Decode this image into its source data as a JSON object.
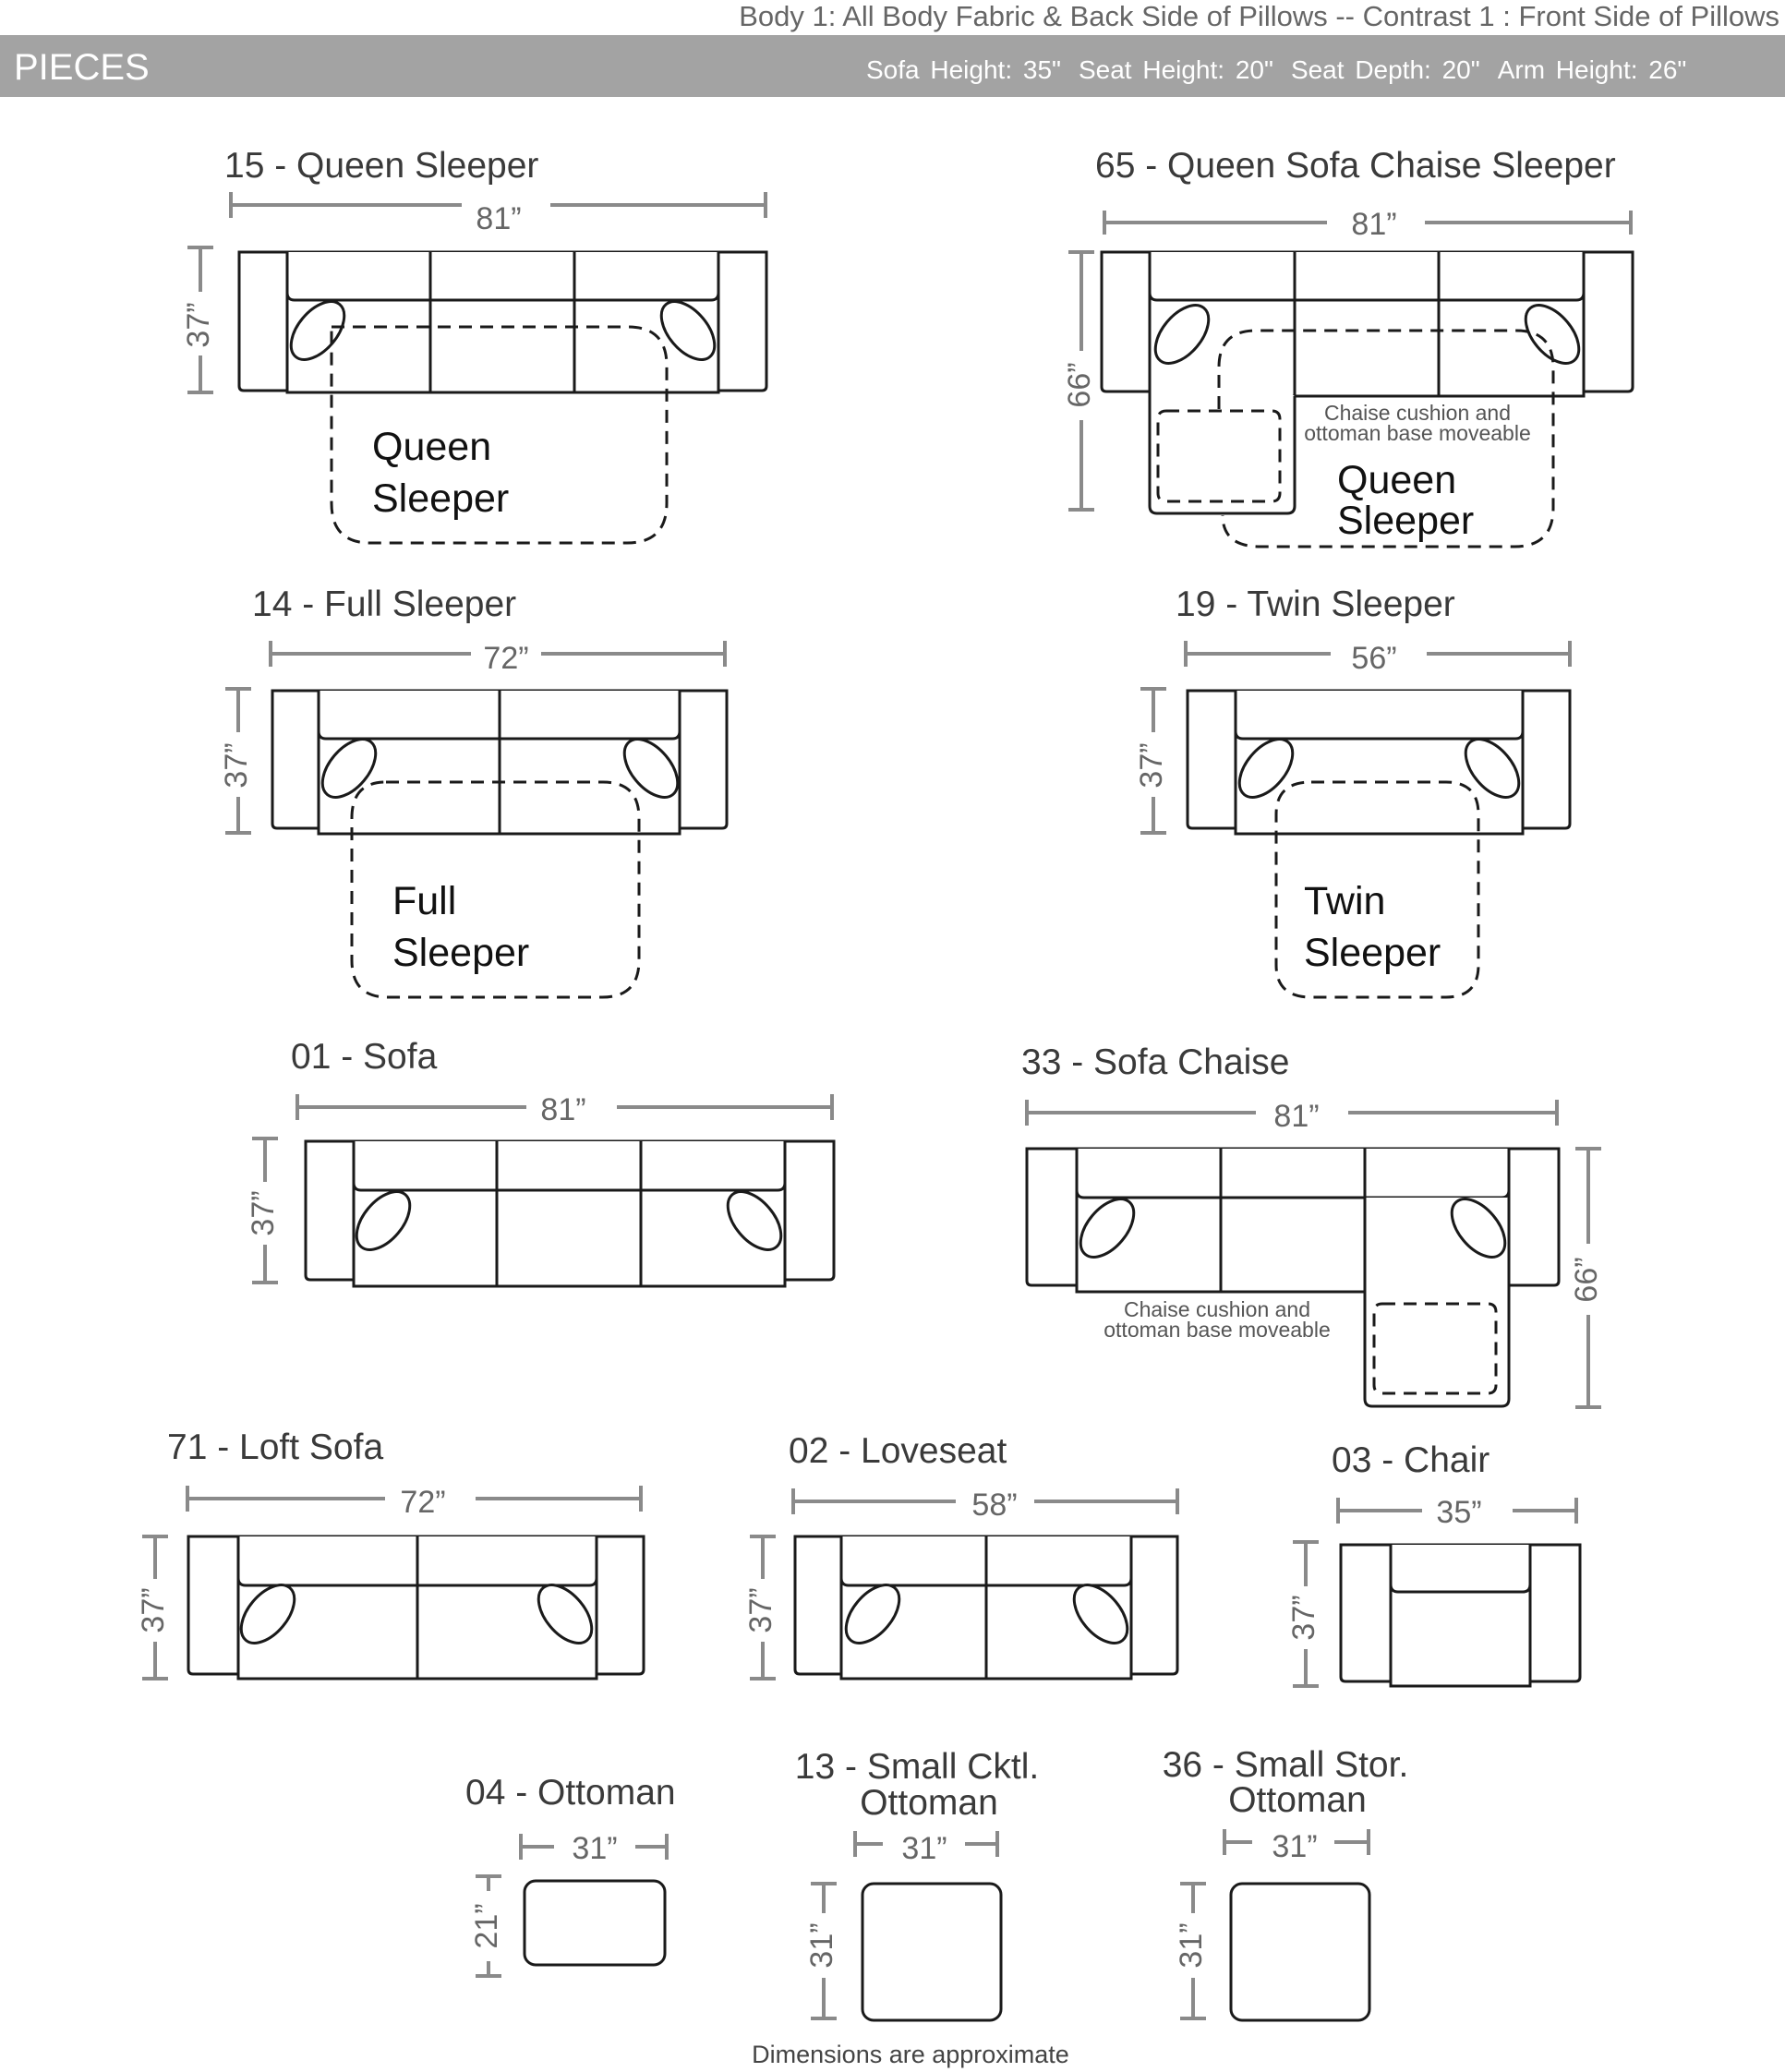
{
  "top_note": "Body 1: All Body Fabric & Back Side of Pillows -- Contrast 1 : Front Side of Pillows",
  "header": {
    "title": "PIECES",
    "measurements": [
      "Sofa Height: 35\"",
      "Seat Height: 20\"",
      "Seat Depth: 20\"",
      "Arm Height: 26\""
    ]
  },
  "pieces": {
    "queen_sleeper": {
      "title": "15 - Queen Sleeper",
      "width": "81”",
      "depth": "37”",
      "bed_line1": "Queen",
      "bed_line2": "Sleeper"
    },
    "queen_chaise_sleeper": {
      "title": "65 - Queen Sofa Chaise Sleeper",
      "width": "81”",
      "depth": "66”",
      "note_line1": "Chaise cushion and",
      "note_line2": "ottoman base moveable",
      "bed_line1": "Queen",
      "bed_line2": "Sleeper"
    },
    "full_sleeper": {
      "title": "14 - Full Sleeper",
      "width": "72”",
      "depth": "37”",
      "bed_line1": "Full",
      "bed_line2": "Sleeper"
    },
    "twin_sleeper": {
      "title": "19 - Twin Sleeper",
      "width": "56”",
      "depth": "37”",
      "bed_line1": "Twin",
      "bed_line2": "Sleeper"
    },
    "sofa": {
      "title": "01 - Sofa",
      "width": "81”",
      "depth": "37”"
    },
    "sofa_chaise": {
      "title": "33 - Sofa Chaise",
      "width": "81”",
      "depth": "66”",
      "note_line1": "Chaise cushion and",
      "note_line2": "ottoman base moveable"
    },
    "loft_sofa": {
      "title": "71 - Loft Sofa",
      "width": "72”",
      "depth": "37”"
    },
    "loveseat": {
      "title": "02 - Loveseat",
      "width": "58”",
      "depth": "37”"
    },
    "chair": {
      "title": "03 - Chair",
      "width": "35”",
      "depth": "37”"
    },
    "ottoman": {
      "title": "04 - Ottoman",
      "width": "31”",
      "depth": "21”"
    },
    "small_cocktail_ottoman": {
      "title_line1": "13 - Small Cktl.",
      "title_line2": "Ottoman",
      "width": "31”",
      "depth": "31”"
    },
    "small_storage_ottoman": {
      "title_line1": "36 - Small Stor.",
      "title_line2": "Ottoman",
      "width": "31”",
      "depth": "31”"
    }
  },
  "footer": "Dimensions are approximate"
}
